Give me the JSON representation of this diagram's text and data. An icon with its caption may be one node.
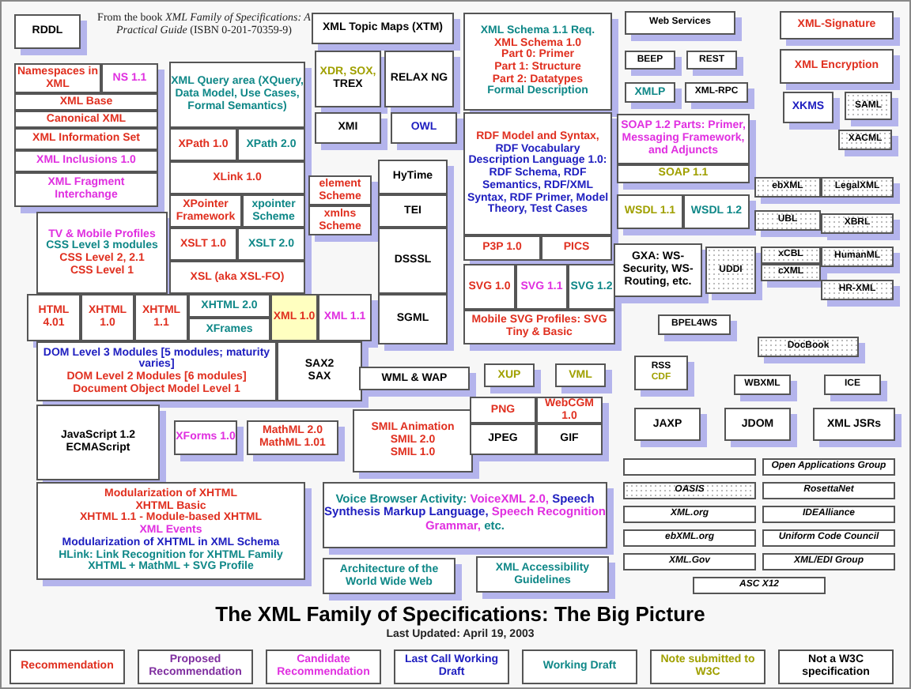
{
  "diagram": {
    "title": "The XML Family of Specifications: The Big Picture",
    "nodes": [
      {
        "text": [
          "RDDL"
        ]
      },
      {
        "text": [
          "Namespaces in XML"
        ]
      },
      {
        "text": [
          "NS 1.1"
        ]
      },
      {
        "text": [
          "XML Base"
        ]
      },
      {
        "text": [
          "Canonical XML"
        ]
      },
      {
        "text": [
          "XML Information Set"
        ]
      },
      {
        "text": [
          "XML Inclusions 1.0"
        ]
      },
      {
        "text": [
          "XML Fragment Interchange"
        ]
      },
      {
        "text": [
          "TV & Mobile Profiles",
          "CSS Level 3 modules",
          "CSS Level 2, 2.1",
          "CSS Level 1"
        ]
      },
      {
        "text": [
          "XML Query area (XQuery, Data Model, Use Cases, Formal Semantics)"
        ]
      },
      {
        "text": [
          "XPath 1.0"
        ]
      },
      {
        "text": [
          "XPath 2.0"
        ]
      },
      {
        "text": [
          "XLink 1.0"
        ]
      },
      {
        "text": [
          "XPointer Framework"
        ]
      },
      {
        "text": [
          "xpointer Scheme"
        ]
      },
      {
        "text": [
          "XSLT 1.0"
        ]
      },
      {
        "text": [
          "XSLT 2.0"
        ]
      },
      {
        "text": [
          "XSL (aka XSL-FO)"
        ]
      },
      {
        "text": [
          "element Scheme"
        ]
      },
      {
        "text": [
          "xmlns Scheme"
        ]
      },
      {
        "text": [
          "XML Topic Maps (XTM)"
        ]
      },
      {
        "text": [
          "XDR, SOX,",
          "TREX"
        ]
      },
      {
        "text": [
          "RELAX NG"
        ]
      },
      {
        "text": [
          "XMI"
        ]
      },
      {
        "text": [
          "OWL"
        ]
      },
      {
        "text": [
          "HyTime"
        ]
      },
      {
        "text": [
          "TEI"
        ]
      },
      {
        "text": [
          "DSSSL"
        ]
      },
      {
        "text": [
          "SGML"
        ]
      },
      {
        "text": [
          "XML Schema 1.1 Req.",
          "XML Schema 1.0",
          "Part 0: Primer",
          "Part 1: Structure",
          "Part 2: Datatypes",
          "Formal Description"
        ]
      },
      {
        "text": [
          "RDF Model and Syntax,",
          "RDF Vocabulary Description Language 1.0: RDF Schema, RDF Semantics, RDF/XML Syntax, RDF Primer, Model Theory, Test Cases"
        ]
      },
      {
        "text": [
          "P3P 1.0"
        ]
      },
      {
        "text": [
          "PICS"
        ]
      },
      {
        "text": [
          "SVG 1.0"
        ]
      },
      {
        "text": [
          "SVG 1.1"
        ]
      },
      {
        "text": [
          "SVG 1.2"
        ]
      },
      {
        "text": [
          "Mobile SVG Profiles: SVG Tiny & Basic"
        ]
      },
      {
        "text": [
          "HTML 4.01"
        ]
      },
      {
        "text": [
          "XHTML 1.0"
        ]
      },
      {
        "text": [
          "XHTML 1.1"
        ]
      },
      {
        "text": [
          "XHTML 2.0"
        ]
      },
      {
        "text": [
          "XFrames"
        ]
      },
      {
        "text": [
          "XML 1.0"
        ]
      },
      {
        "text": [
          "XML 1.1"
        ]
      },
      {
        "text": [
          "DOM Level 3 Modules [5 modules; maturity varies]",
          "DOM Level 2 Modules [6 modules]",
          "Document Object Model Level 1"
        ]
      },
      {
        "text": [
          "SAX2",
          "SAX"
        ]
      },
      {
        "text": [
          "JavaScript 1.2",
          "ECMAScript"
        ]
      },
      {
        "text": [
          "XForms 1.0"
        ]
      },
      {
        "text": [
          "MathML 2.0",
          "MathML 1.01"
        ]
      },
      {
        "text": [
          "WML & WAP"
        ]
      },
      {
        "text": [
          "XUP"
        ]
      },
      {
        "text": [
          "VML"
        ]
      },
      {
        "text": [
          "SMIL Animation",
          "SMIL 2.0",
          "SMIL 1.0"
        ]
      },
      {
        "text": [
          "PNG"
        ]
      },
      {
        "text": [
          "WebCGM 1.0"
        ]
      },
      {
        "text": [
          "JPEG"
        ]
      },
      {
        "text": [
          "GIF"
        ]
      },
      {
        "text": [
          "Modularization of XHTML",
          "XHTML Basic",
          "XHTML 1.1 - Module-based XHTML",
          "XML Events",
          "Modularization of XHTML in XML Schema",
          "HLink: Link Recognition for XHTML Family",
          "XHTML + MathML + SVG Profile"
        ]
      },
      {
        "text": [
          "Voice Browser Activity:",
          "VoiceXML 2.0,",
          "Speech Synthesis Markup Language,",
          "Speech Recognition Grammar,",
          "etc."
        ]
      },
      {
        "text": [
          "Architecture of the World Wide Web"
        ]
      },
      {
        "text": [
          "XML Accessibility Guidelines"
        ]
      },
      {
        "text": [
          "Web Services"
        ]
      },
      {
        "text": [
          "BEEP"
        ]
      },
      {
        "text": [
          "REST"
        ]
      },
      {
        "text": [
          "XMLP"
        ]
      },
      {
        "text": [
          "XML-RPC"
        ]
      },
      {
        "text": [
          "SOAP 1.2 Parts: Primer, Messaging Framework, and Adjuncts"
        ]
      },
      {
        "text": [
          "SOAP 1.1"
        ]
      },
      {
        "text": [
          "WSDL 1.1"
        ]
      },
      {
        "text": [
          "WSDL 1.2"
        ]
      },
      {
        "text": [
          "GXA: WS-Security, WS-Routing, etc."
        ]
      },
      {
        "text": [
          "UDDI"
        ]
      },
      {
        "text": [
          "BPEL4WS"
        ]
      },
      {
        "text": [
          "XML-Signature"
        ]
      },
      {
        "text": [
          "XML Encryption"
        ]
      },
      {
        "text": [
          "XKMS"
        ]
      },
      {
        "text": [
          "SAML"
        ]
      },
      {
        "text": [
          "XACML"
        ]
      },
      {
        "text": [
          "ebXML"
        ]
      },
      {
        "text": [
          "UBL"
        ]
      },
      {
        "text": [
          "xCBL"
        ]
      },
      {
        "text": [
          "cXML"
        ]
      },
      {
        "text": [
          "LegalXML"
        ]
      },
      {
        "text": [
          "XBRL"
        ]
      },
      {
        "text": [
          "HumanML"
        ]
      },
      {
        "text": [
          "HR-XML"
        ]
      },
      {
        "text": [
          "DocBook"
        ]
      },
      {
        "text": [
          "RSS",
          "CDF"
        ]
      },
      {
        "text": [
          "WBXML"
        ]
      },
      {
        "text": [
          "ICE"
        ]
      },
      {
        "text": [
          "JAXP"
        ]
      },
      {
        "text": [
          "JDOM"
        ]
      },
      {
        "text": [
          "XML JSRs"
        ]
      },
      {
        "text": [],
        "shape": "box"
      },
      {
        "text": [
          "Open Applications Group"
        ]
      },
      {
        "text": [
          "OASIS"
        ]
      },
      {
        "text": [
          "RosettaNet"
        ]
      },
      {
        "text": [
          "XML.org"
        ]
      },
      {
        "text": [
          "IDEAlliance"
        ]
      },
      {
        "text": [
          "ebXML.org"
        ]
      },
      {
        "text": [
          "Uniform Code Council"
        ]
      },
      {
        "text": [
          "XML.Gov"
        ]
      },
      {
        "text": [
          "XML/EDI Group"
        ]
      },
      {
        "text": [
          "ASC X12"
        ]
      }
    ],
    "labels": [
      "From the book *XML Family of Specifications: A Practical Guide* (ISBN 0-201-70359-9)",
      "Last Updated: April 19, 2003"
    ],
    "legend": [
      {
        "text": "Recommendation",
        "color": "#e03020"
      },
      {
        "text": "Proposed Recommendation",
        "color": "#8030a0"
      },
      {
        "text": "Candidate Recommendation",
        "color": "#e030e0"
      },
      {
        "text": "Last Call Working Draft",
        "color": "#2020c0"
      },
      {
        "text": "Working Draft",
        "color": "#108888"
      },
      {
        "text": "Note submitted to W3C",
        "color": "#a0a000"
      },
      {
        "text": "Not a W3C specification",
        "color": "#000000"
      }
    ]
  }
}
